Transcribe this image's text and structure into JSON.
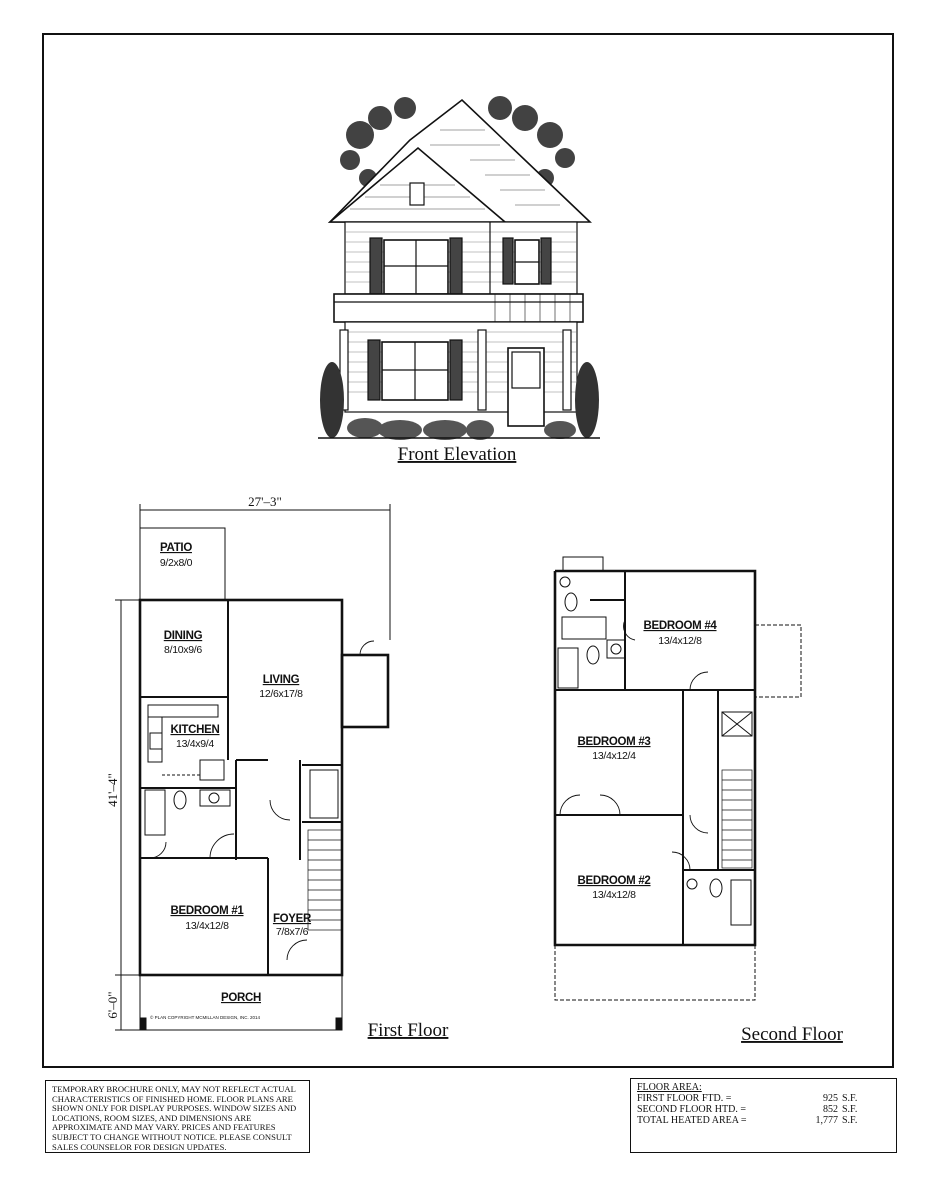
{
  "elevation": {
    "caption": "Front Elevation"
  },
  "first_floor": {
    "caption": "First Floor",
    "width_dim": "27'–3\"",
    "depth_dim": "41'–4\"",
    "porch_dim": "6'–0\"",
    "copyright": "© PLAN COPYRIGHT MCMILLAN DESIGN, INC. 2014",
    "rooms": {
      "patio": {
        "name": "PATIO",
        "size": "9/2x8/0"
      },
      "dining": {
        "name": "DINING",
        "size": "8/10x9/6"
      },
      "living": {
        "name": "LIVING",
        "size": "12/6x17/8"
      },
      "kitchen": {
        "name": "KITCHEN",
        "size": "13/4x9/4"
      },
      "bedroom1": {
        "name": "BEDROOM #1",
        "size": "13/4x12/8"
      },
      "foyer": {
        "name": "FOYER",
        "size": "7/8x7/6"
      },
      "porch": {
        "name": "PORCH"
      }
    }
  },
  "second_floor": {
    "caption": "Second Floor",
    "rooms": {
      "bedroom4": {
        "name": "BEDROOM #4",
        "size": "13/4x12/8"
      },
      "bedroom3": {
        "name": "BEDROOM #3",
        "size": "13/4x12/4"
      },
      "bedroom2": {
        "name": "BEDROOM #2",
        "size": "13/4x12/8"
      }
    }
  },
  "notes": {
    "text": "Temporary brochure only, may not reflect actual characteristics of finished home. Floor plans are shown only for display purposes. Window sizes and locations, room sizes, and dimensions are approximate and may vary. Prices and features subject to change without notice. Please consult sales counselor for design updates."
  },
  "floor_area": {
    "title": "FLOOR AREA:",
    "rows": [
      {
        "label": "FIRST FLOOR FTD. =",
        "value": "925",
        "unit": "S.F."
      },
      {
        "label": "SECOND FLOOR HTD. =",
        "value": "852",
        "unit": "S.F."
      },
      {
        "label": "TOTAL HEATED AREA =",
        "value": "1,777",
        "unit": "S.F."
      }
    ]
  }
}
